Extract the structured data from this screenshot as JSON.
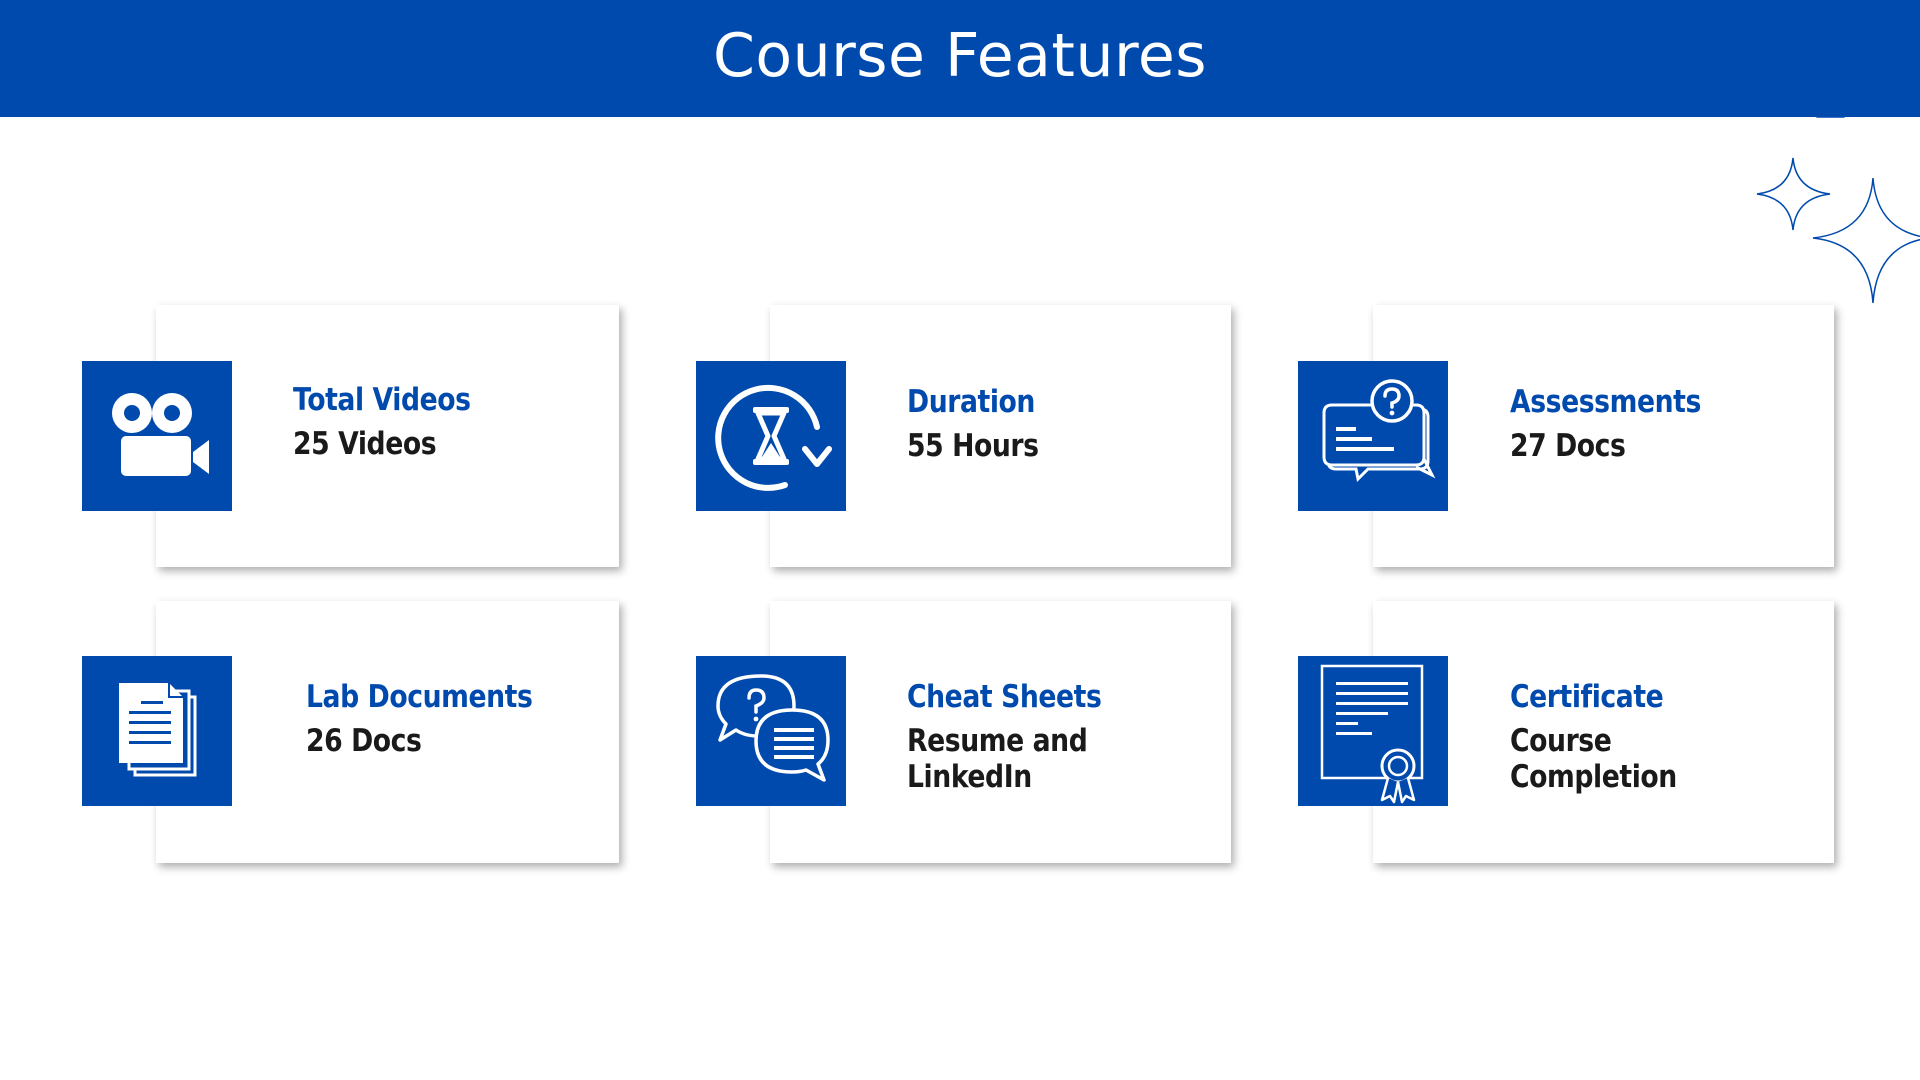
{
  "header": {
    "title": "Course Features"
  },
  "colors": {
    "brand_blue": "#004aad",
    "value_text": "#1a1a1a",
    "background": "#ffffff"
  },
  "features": [
    {
      "title": "Total Videos",
      "value": "25 Videos",
      "icon": "video-camera-icon"
    },
    {
      "title": "Duration",
      "value": "55 Hours",
      "icon": "hourglass-refresh-icon"
    },
    {
      "title": "Assessments",
      "value": "27 Docs",
      "icon": "question-chat-icon"
    },
    {
      "title": "Lab Documents",
      "value": "26 Docs",
      "icon": "documents-stack-icon"
    },
    {
      "title": "Cheat Sheets",
      "value": "Resume and LinkedIn",
      "icon": "chat-bubbles-icon"
    },
    {
      "title": "Certificate",
      "value": "Course Completion",
      "icon": "certificate-icon"
    }
  ]
}
